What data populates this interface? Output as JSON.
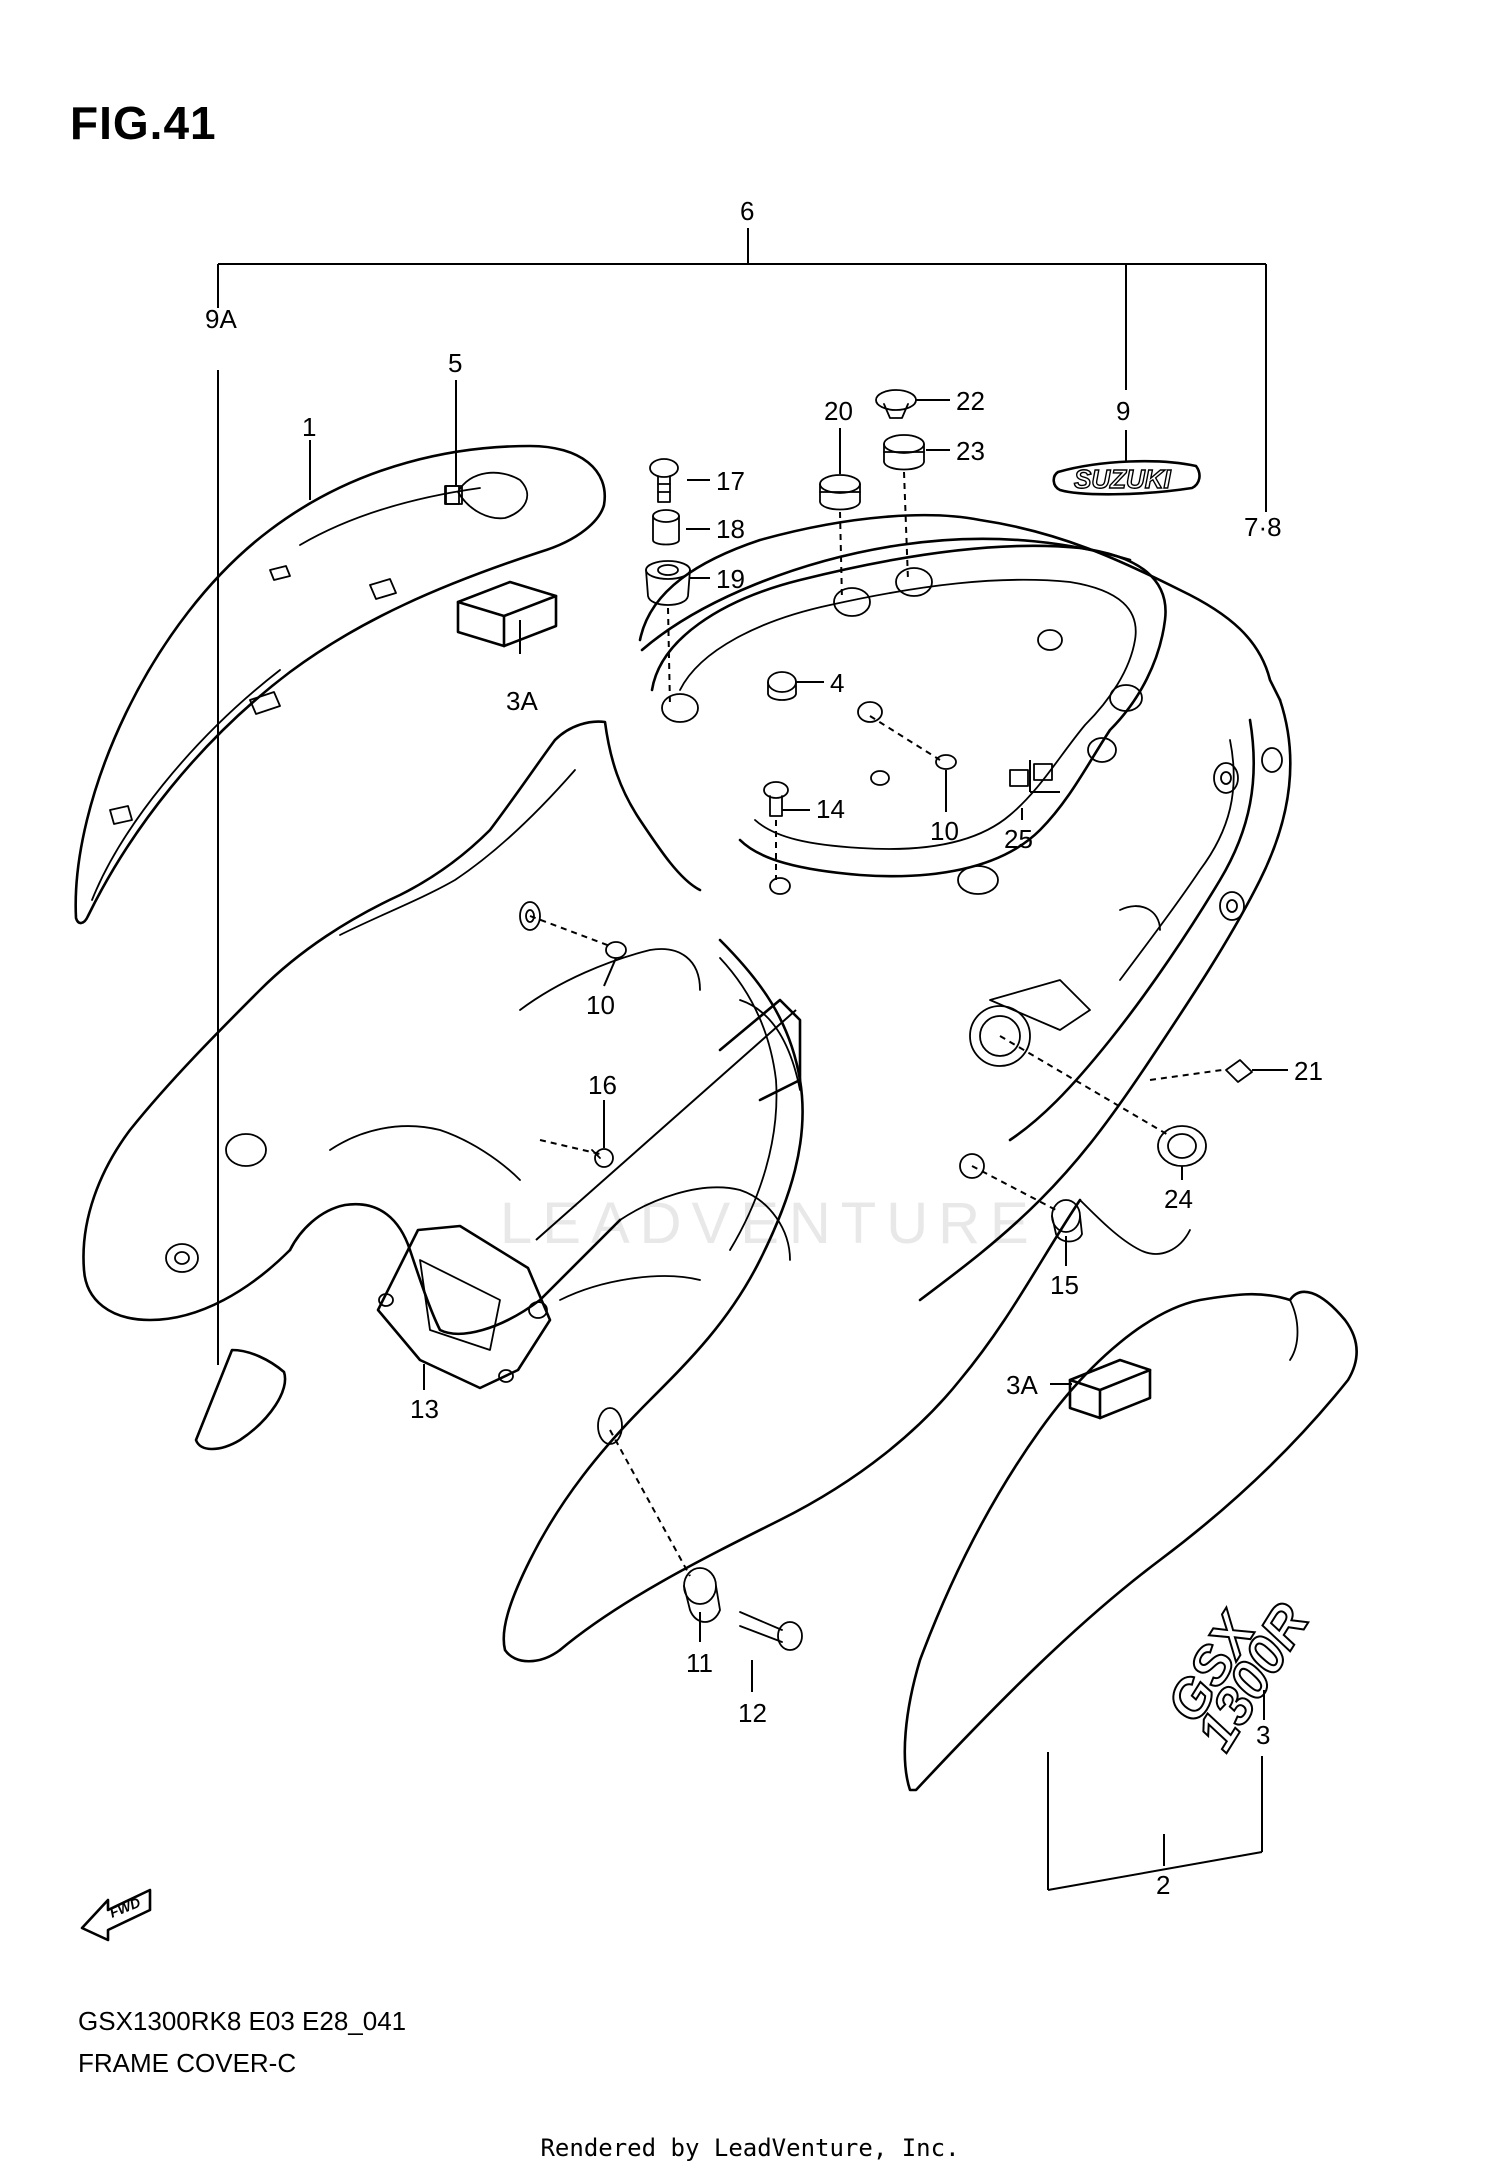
{
  "figure": {
    "title": "FIG.41"
  },
  "footer": {
    "model": "GSX1300RK8 E03 E28_041",
    "name": "FRAME COVER-C",
    "rendered_by": "Rendered by LeadVenture, Inc."
  },
  "watermark": "LEADVENTURE",
  "decals": {
    "suzuki": "SUZUKI",
    "gsx": "GSX",
    "model_1300r": "1300R",
    "fwd": "FWD"
  },
  "callouts": {
    "c1": "1",
    "c2": "2",
    "c3": "3",
    "c3a_top": "3A",
    "c3a_bottom": "3A",
    "c4": "4",
    "c5": "5",
    "c6": "6",
    "c78": "7·8",
    "c9": "9",
    "c9a": "9A",
    "c10_top": "10",
    "c10_mid": "10",
    "c11": "11",
    "c12": "12",
    "c13": "13",
    "c14": "14",
    "c15": "15",
    "c16": "16",
    "c17": "17",
    "c18": "18",
    "c19": "19",
    "c20": "20",
    "c21": "21",
    "c22": "22",
    "c23": "23",
    "c24": "24",
    "c25": "25"
  }
}
